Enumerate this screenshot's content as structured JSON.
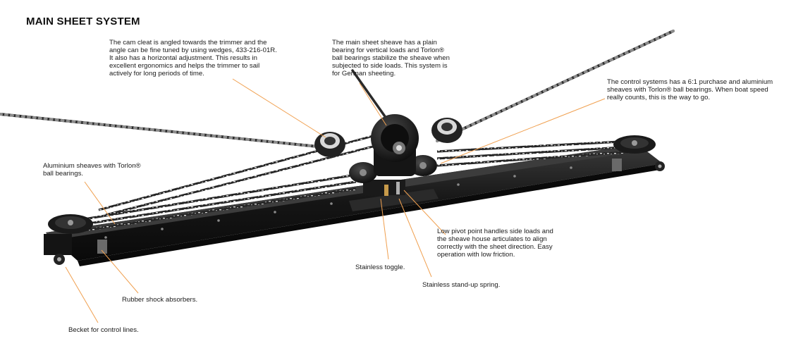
{
  "title": "MAIN SHEET SYSTEM",
  "callouts": {
    "cam_cleat": "The cam cleat is angled towards the trimmer and the\nangle can be fine tuned by using wedges, 433-216-01R.\nIt also has a horizontal adjustment. This results in\nexcellent ergonomics and helps the trimmer to sail\nactively for long periods of time.",
    "main_sheave": "The main sheet sheave has a plain\nbearing for vertical loads and Torlon®\nball bearings stabilize the sheave when\nsubjected to side loads. This system is\nfor German sheeting.",
    "control_systems": "The control systems has a 6:1 purchase and aluminium\nsheaves with Torlon® ball bearings. When boat speed\nreally counts, this is the way to go.",
    "aluminium_sheaves": "Aluminium sheaves with Torlon®\nball bearings.",
    "low_pivot": "Low pivot point handles side loads and\nthe sheave house articulates to align\ncorrectly with the sheet direction. Easy\noperation with low friction.",
    "stainless_toggle": "Stainless toggle.",
    "stainless_spring": "Stainless stand-up spring.",
    "rubber_absorbers": "Rubber shock absorbers.",
    "becket": "Becket for control lines."
  },
  "colors": {
    "leader_line": "#f0a050",
    "track": "#1e1e1e",
    "rope": "#2a2a2a",
    "rope_fleck": "#d8d8d8"
  }
}
